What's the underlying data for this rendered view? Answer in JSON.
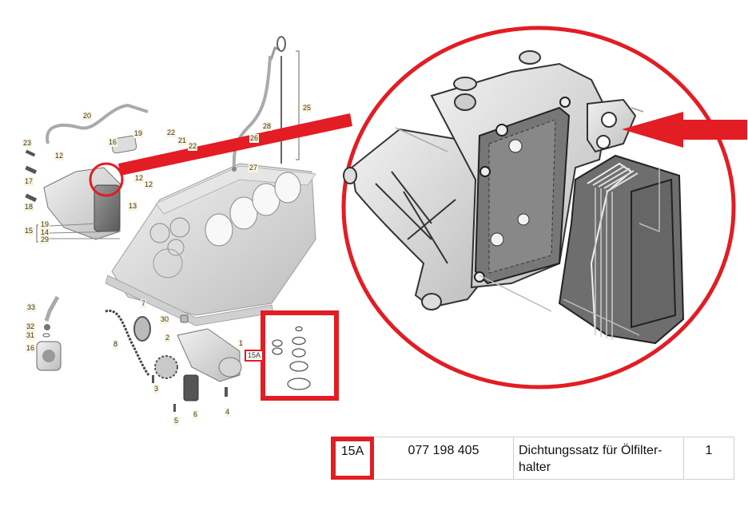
{
  "colors": {
    "highlight_red": "#e21d24",
    "callout_bg": "#fbf4dc",
    "part_gray": "#d9d9d9",
    "part_dark": "#6e6e6e",
    "table_border": "#cfcfcf"
  },
  "diagram": {
    "callouts": [
      {
        "id": "20",
        "label": "20"
      },
      {
        "id": "23",
        "label": "23"
      },
      {
        "id": "12a",
        "label": "12"
      },
      {
        "id": "16a",
        "label": "16"
      },
      {
        "id": "19a",
        "label": "19"
      },
      {
        "id": "22a",
        "label": "22"
      },
      {
        "id": "21",
        "label": "21"
      },
      {
        "id": "22b",
        "label": "22"
      },
      {
        "id": "17",
        "label": "17"
      },
      {
        "id": "18",
        "label": "18"
      },
      {
        "id": "12b",
        "label": "12"
      },
      {
        "id": "12c",
        "label": "12"
      },
      {
        "id": "13",
        "label": "13"
      },
      {
        "id": "15",
        "label": "15"
      },
      {
        "id": "19b",
        "label": "19"
      },
      {
        "id": "14",
        "label": "14"
      },
      {
        "id": "29",
        "label": "29"
      },
      {
        "id": "25",
        "label": "25"
      },
      {
        "id": "28",
        "label": "28"
      },
      {
        "id": "26",
        "label": "26"
      },
      {
        "id": "27",
        "label": "27"
      },
      {
        "id": "33",
        "label": "33"
      },
      {
        "id": "32",
        "label": "32"
      },
      {
        "id": "31",
        "label": "31"
      },
      {
        "id": "16b",
        "label": "16"
      },
      {
        "id": "7",
        "label": "7"
      },
      {
        "id": "30",
        "label": "30"
      },
      {
        "id": "8",
        "label": "8"
      },
      {
        "id": "2",
        "label": "2"
      },
      {
        "id": "1",
        "label": "1"
      },
      {
        "id": "15A",
        "label": "15A"
      },
      {
        "id": "3",
        "label": "3"
      },
      {
        "id": "4",
        "label": "4"
      },
      {
        "id": "5",
        "label": "5"
      },
      {
        "id": "6",
        "label": "6"
      }
    ],
    "highlights": {
      "small_circle": "oil-filter-housing-highlight",
      "zoom_circle": "oil-filter-housing-detail",
      "gasket_box": "gasket-set-15A-detail",
      "arrow": "pointer-arrow"
    }
  },
  "parts_table": {
    "rows": [
      {
        "position": "15A",
        "part_number": "077 198 405",
        "description": "Dichtungssatz für Ölfilter-halter",
        "description_line1": "Dichtungssatz für Ölfilter-",
        "description_line2": "halter",
        "quantity": "1"
      }
    ]
  }
}
